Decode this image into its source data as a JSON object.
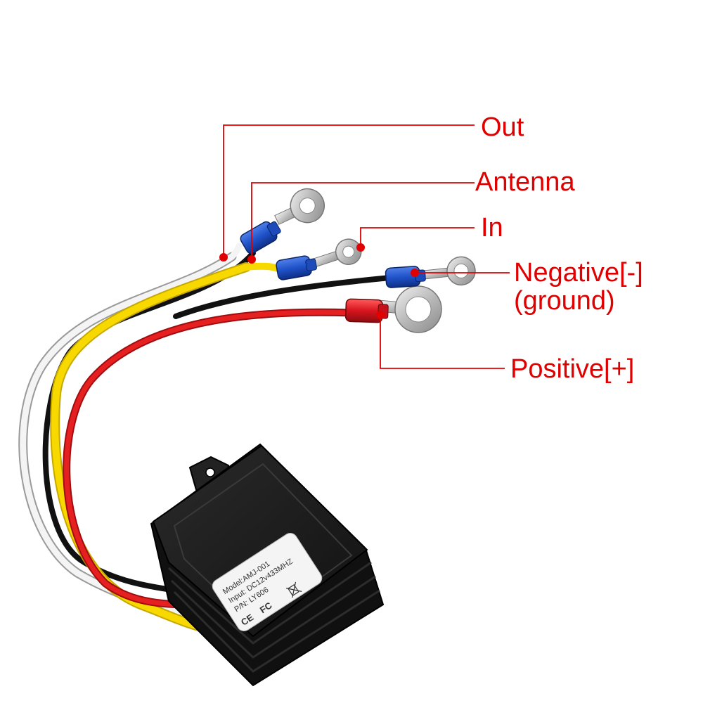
{
  "labels": {
    "out": "Out",
    "antenna": "Antenna",
    "in": "In",
    "negative": "Negative[-]",
    "negative_sub": "(ground)",
    "positive": "Positive[+]"
  },
  "device_label": {
    "line1": "Model:AMJ-001",
    "line2": "Input: DC12v433MHZ",
    "line3": "P/N: LY606"
  },
  "colors": {
    "callout": "#e00000",
    "wire_white": "#eeeeee",
    "wire_yellow": "#f5d400",
    "wire_red": "#e01818",
    "wire_black": "#111111",
    "connector_blue": "#1f52c9",
    "connector_red": "#d8141e",
    "housing": "#1c1c1c"
  }
}
